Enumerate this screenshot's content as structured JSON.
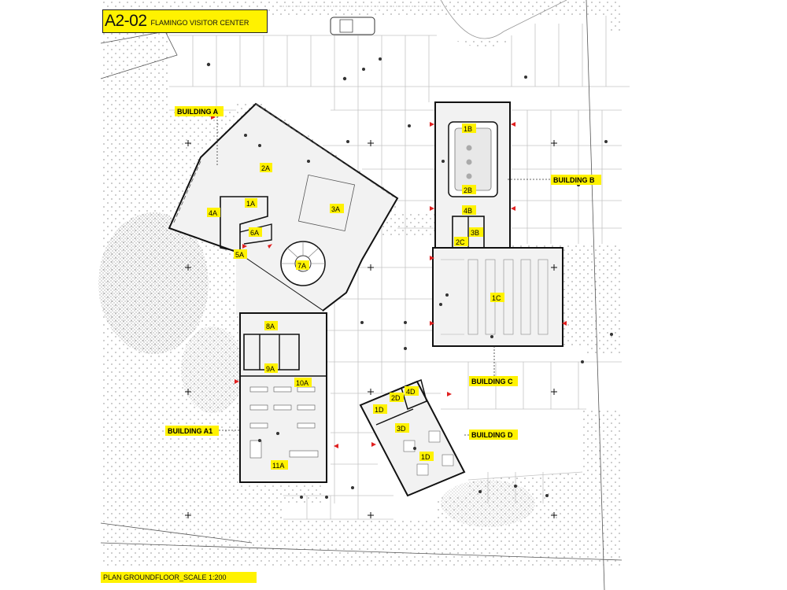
{
  "sheet": {
    "code": "A2-02",
    "name": "FLAMINGO VISITOR CENTER",
    "footer": "PLAN GROUNDFLOOR_SCALE 1:200"
  },
  "colors": {
    "highlight": "#fff200",
    "wall": "#111111",
    "floor": "#f2f2f2",
    "grid_line": "#bdbdbd",
    "entrance_marker": "#e02020"
  },
  "buildings": {
    "a": "BUILDING A",
    "a1": "BUILDING A1",
    "b": "BUILDING B",
    "c": "BUILDING C",
    "d": "BUILDING D"
  },
  "rooms": {
    "r1a": "1A",
    "r2a": "2A",
    "r3a": "3A",
    "r4a": "4A",
    "r5a": "5A",
    "r6a": "6A",
    "r7a": "7A",
    "r8a": "8A",
    "r9a": "9A",
    "r10a": "10A",
    "r11a": "11A",
    "r1b": "1B",
    "r2b": "2B",
    "r3b": "3B",
    "r4b": "4B",
    "r1c": "1C",
    "r2c": "2C",
    "r1d_top": "1D",
    "r1d_bottom": "1D",
    "r2d": "2D",
    "r3d": "3D",
    "r4d": "4D"
  }
}
